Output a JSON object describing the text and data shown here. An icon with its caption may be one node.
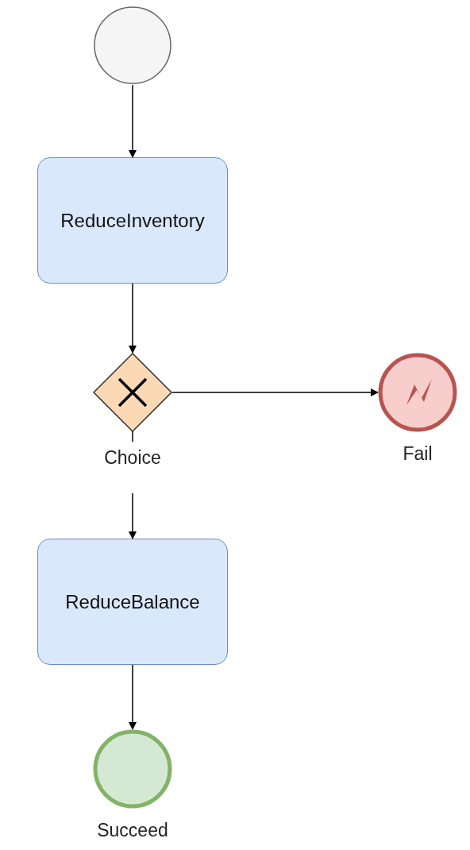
{
  "diagram": {
    "nodes": [
      {
        "text": [],
        "shape": "circle"
      },
      {
        "text": [
          "ReduceInventory"
        ]
      },
      {
        "text": [
          "Choice"
        ]
      },
      {
        "text": [
          "Fail"
        ]
      },
      {
        "text": [
          "ReduceBalance"
        ]
      },
      {
        "text": [
          "Succeed"
        ]
      }
    ],
    "edges": [
      {
        "from": 0,
        "to": 1,
        "arrow": "to"
      },
      {
        "from": 1,
        "to": 2,
        "arrow": "to"
      },
      {
        "from": 2,
        "to": 3,
        "arrow": "to"
      },
      {
        "from": 2,
        "to": 4,
        "arrow": "to"
      },
      {
        "from": 4,
        "to": 5,
        "arrow": "to"
      }
    ]
  }
}
